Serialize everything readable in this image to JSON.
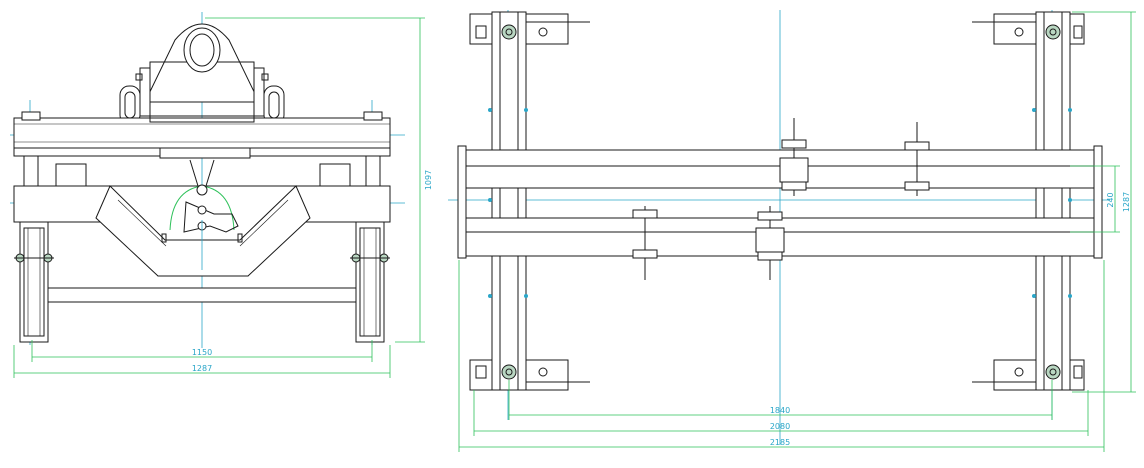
{
  "colors": {
    "outline": "#1a1a1a",
    "centerline": "#2aa6c8",
    "dimension_line": "#2ec15a",
    "dimension_text": "#2aa6c8",
    "background": "#ffffff"
  },
  "side_view": {
    "dim_inner_width": "1150",
    "dim_outer_width": "1287",
    "dim_height": "1097"
  },
  "top_view": {
    "dim_1840": "1840",
    "dim_2080": "2080",
    "dim_2185": "2185",
    "dim_240": "240",
    "dim_1287": "1287"
  }
}
